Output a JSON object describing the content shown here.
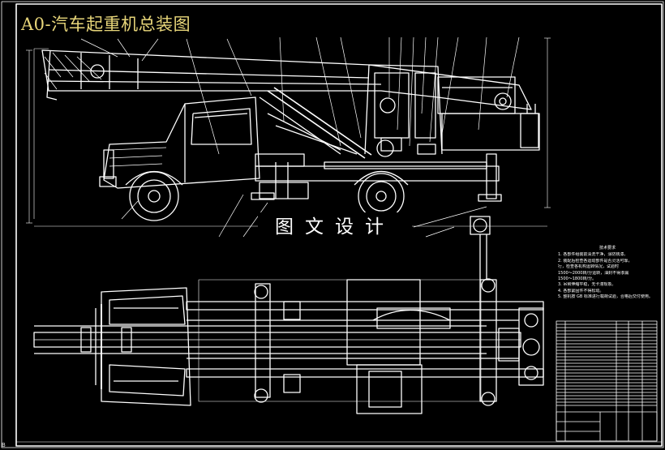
{
  "title": "A0-汽车起重机总装图",
  "watermark": "图文设计",
  "tech_notes": {
    "heading": "技术要求",
    "lines": [
      "1. 各部件组装前清洗干净，涂防锈漆。",
      "2. 装配后检查各运动部件是否灵活可靠，",
      "行，检查各机构运转情况，试验时",
      "1500～2000转/分运转，油封不得渗漏",
      "1500～1800转/分。",
      "3. 吊臂伸缩平稳，无卡滞现象。",
      "4. 各部紧固件不得松动。",
      "5. 整机按 GB 标准进行载荷试验，合格后交付使用。"
    ]
  },
  "corner_mark": "B",
  "colors": {
    "line": "#ffffff",
    "title": "#e8d67a",
    "background": "#000000"
  }
}
